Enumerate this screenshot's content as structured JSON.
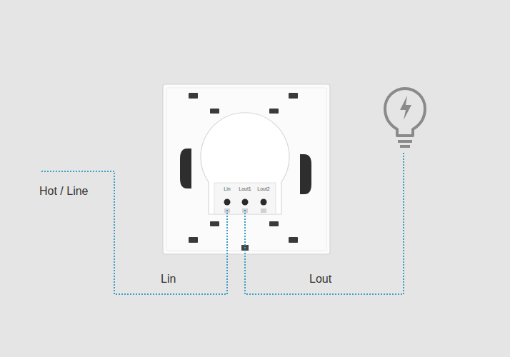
{
  "diagram": {
    "labels": [
      "Hot / Line",
      "Lin",
      "Lout1",
      "Lout2",
      "Lin",
      "Lout"
    ]
  }
}
